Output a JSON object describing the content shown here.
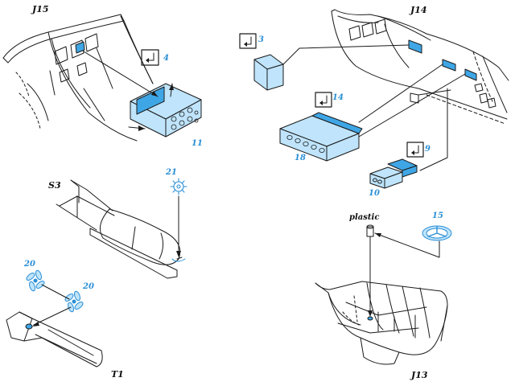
{
  "colors": {
    "line": "#1a1a1a",
    "part": "#bfe4fb",
    "part_dark": "#3fa6e6",
    "accent": "#2a8fd6",
    "bg": "#ffffff"
  },
  "sections": {
    "j15": "J15",
    "j14": "J14",
    "s3": "S3",
    "t1": "T1",
    "j13": "J13"
  },
  "parts": {
    "p4": "4",
    "p11": "11",
    "p3": "3",
    "p14": "14",
    "p18": "18",
    "p9": "9",
    "p10": "10",
    "p21": "21",
    "p20a": "20",
    "p20b": "20",
    "p15": "15"
  },
  "notes": {
    "plastic": "plastic"
  },
  "icons": [
    "fold-bend-icon",
    "propeller-icon",
    "steering-wheel-icon",
    "cog-icon"
  ]
}
